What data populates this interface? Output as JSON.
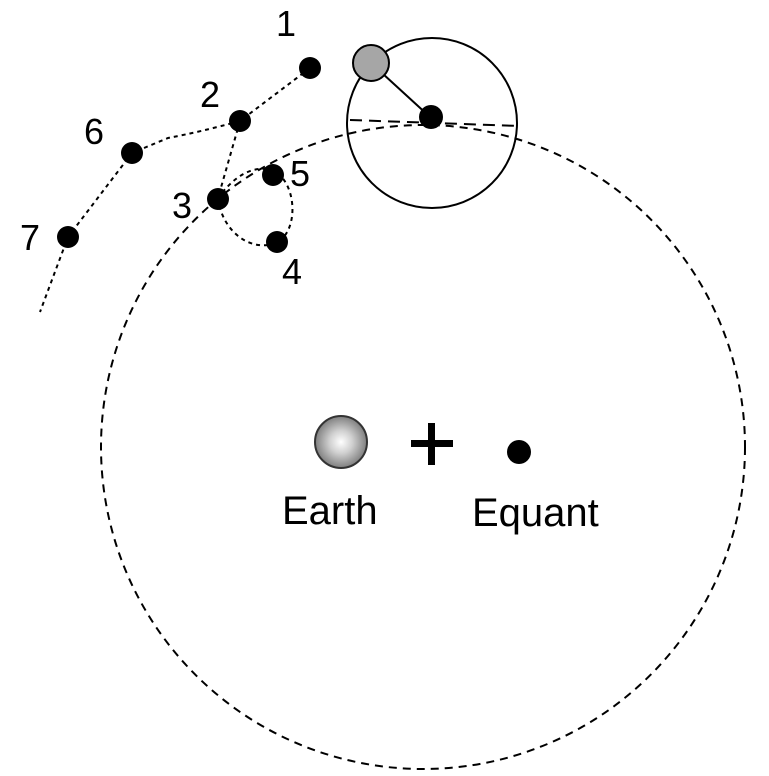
{
  "labels": {
    "earth": "Earth",
    "equant": "Equant",
    "positions": [
      "1",
      "2",
      "3",
      "4",
      "5",
      "6",
      "7"
    ]
  },
  "colors": {
    "line": "#000000",
    "planet_dot": "#000000",
    "planet_current": "#a6a6a6",
    "earth_light": "#ffffff",
    "earth_dark": "#7a7a7a",
    "background": "#ffffff"
  },
  "icons": {
    "earth": "shaded-sphere",
    "center": "plus-cross",
    "equant": "filled-dot"
  }
}
